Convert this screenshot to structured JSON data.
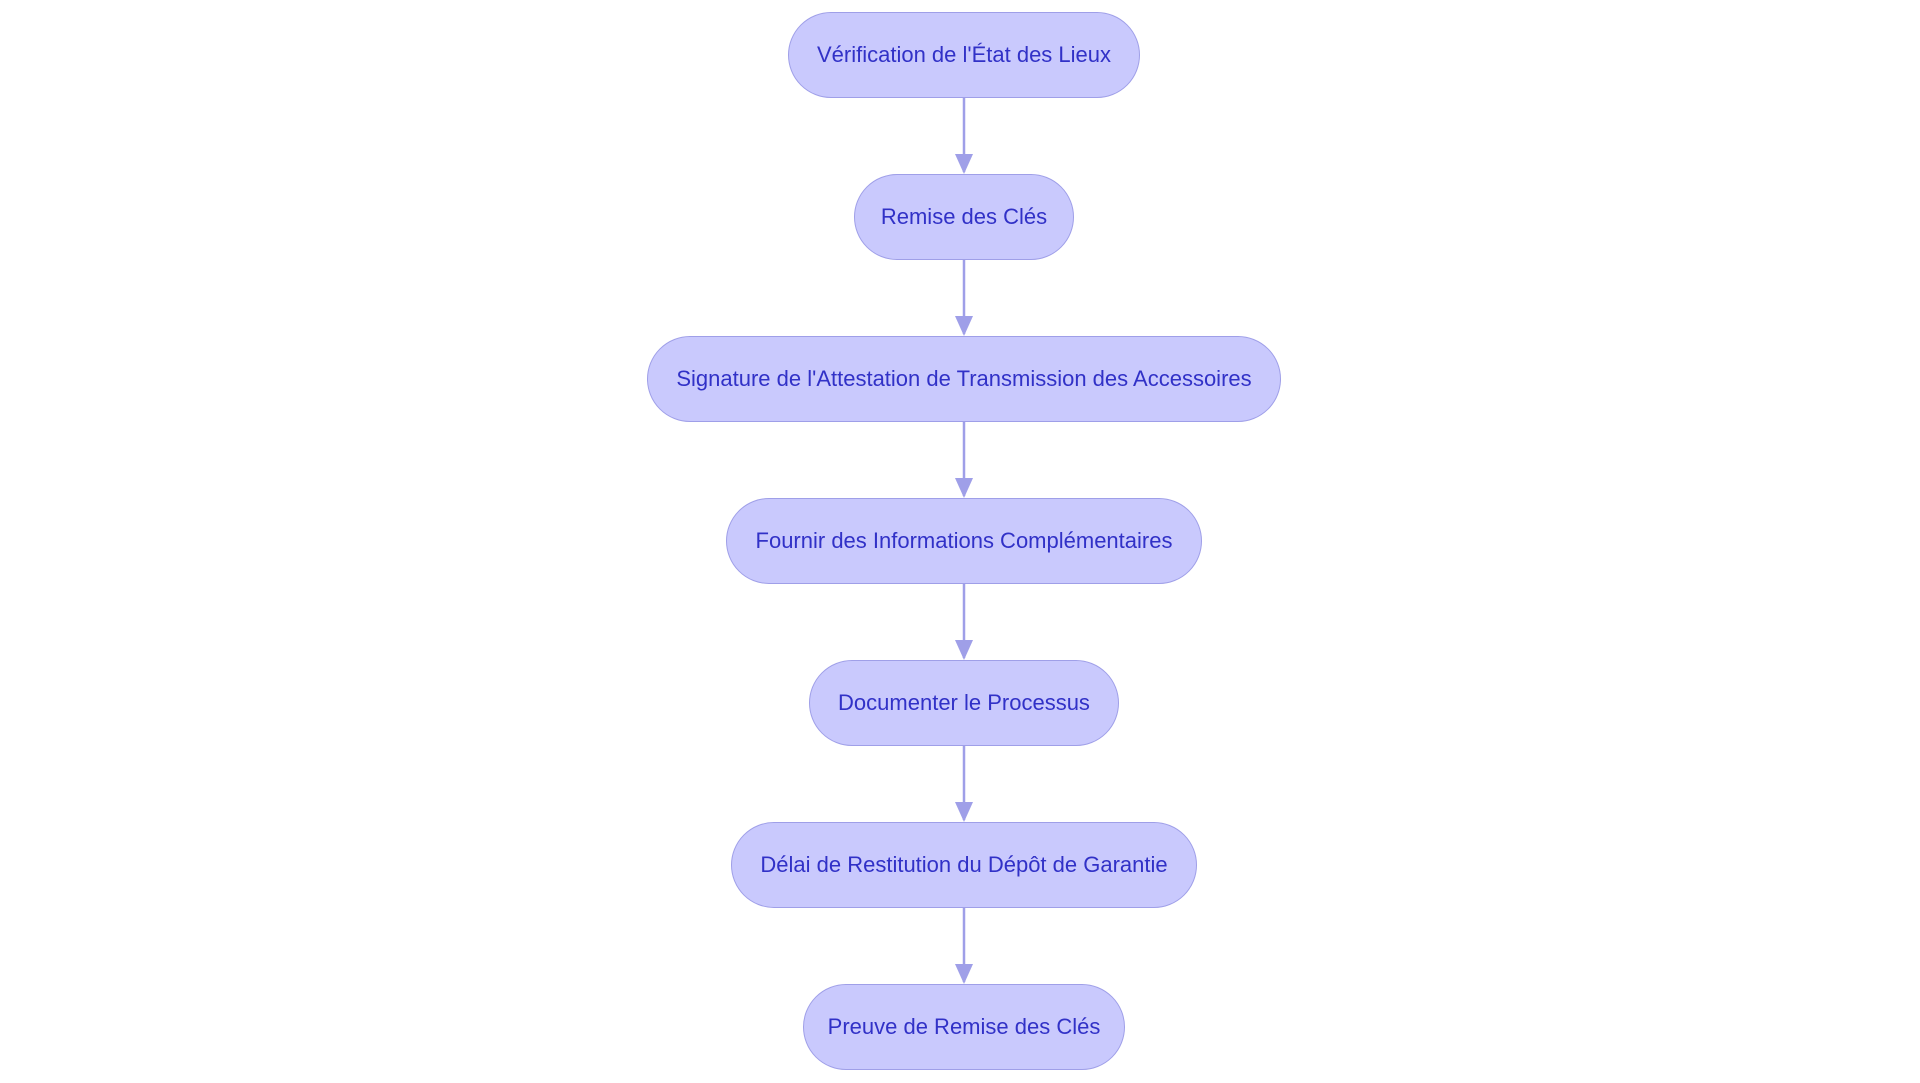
{
  "flowchart": {
    "nodes": [
      {
        "id": "n1",
        "label": "Vérification de l'État des Lieux"
      },
      {
        "id": "n2",
        "label": "Remise des Clés"
      },
      {
        "id": "n3",
        "label": "Signature de l'Attestation de Transmission des Accessoires"
      },
      {
        "id": "n4",
        "label": "Fournir des Informations Complémentaires"
      },
      {
        "id": "n5",
        "label": "Documenter le Processus"
      },
      {
        "id": "n6",
        "label": "Délai de Restitution du Dépôt de Garantie"
      },
      {
        "id": "n7",
        "label": "Preuve de Remise des Clés"
      }
    ],
    "edges": [
      {
        "from": "n1",
        "to": "n2"
      },
      {
        "from": "n2",
        "to": "n3"
      },
      {
        "from": "n3",
        "to": "n4"
      },
      {
        "from": "n4",
        "to": "n5"
      },
      {
        "from": "n5",
        "to": "n6"
      },
      {
        "from": "n6",
        "to": "n7"
      }
    ]
  },
  "colors": {
    "node_fill": "#c9c9fd",
    "node_border": "#9f9fe8",
    "text": "#3131c7",
    "edge": "#9f9fe8"
  }
}
